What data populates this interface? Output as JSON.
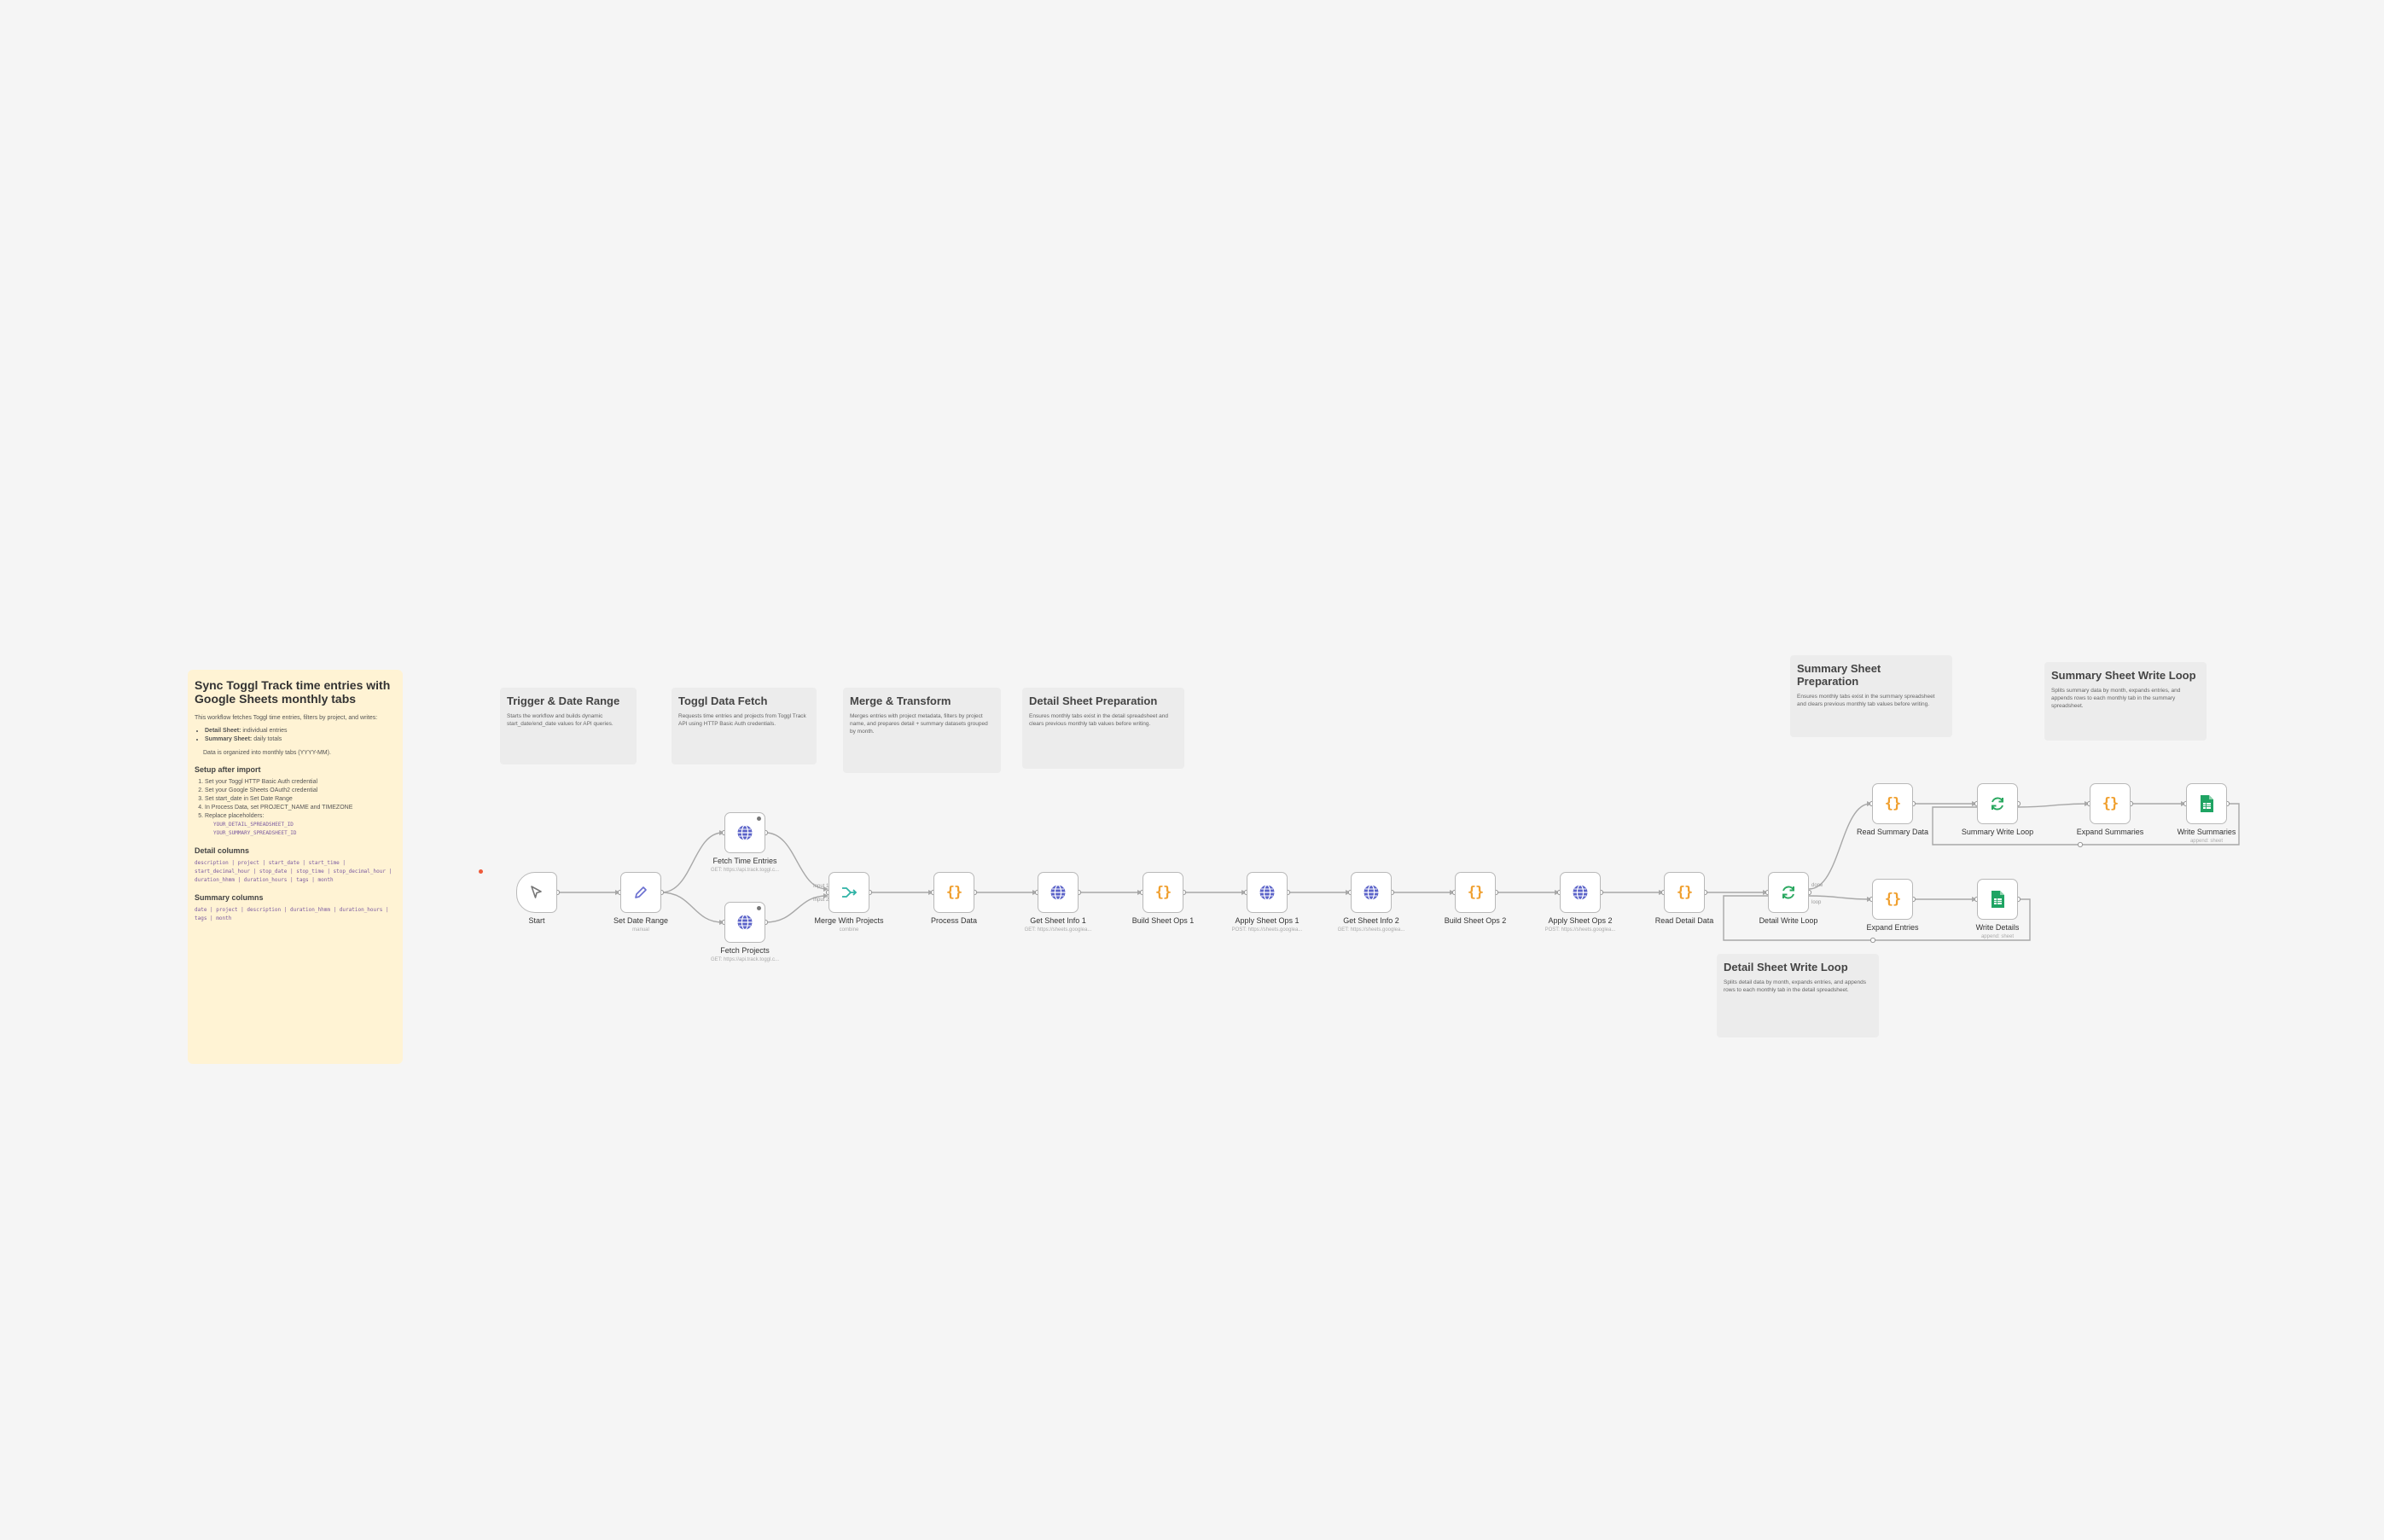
{
  "main_note": {
    "title": "Sync Toggl Track time entries with Google Sheets monthly tabs",
    "intro": "This workflow fetches Toggl time entries, filters by project, and writes:",
    "bullets": [
      {
        "bold": "Detail Sheet:",
        "text": " individual entries"
      },
      {
        "bold": "Summary Sheet:",
        "text": " daily totals"
      }
    ],
    "organized": "Data is organized into monthly tabs (YYYY-MM).",
    "setup_title": "Setup after import",
    "setup_steps": [
      "Set your Toggl HTTP Basic Auth credential",
      "Set your Google Sheets OAuth2 credential",
      "Set start_date in Set Date Range",
      "In Process Data, set PROJECT_NAME and TIMEZONE",
      "Replace placeholders:"
    ],
    "placeholders": [
      "YOUR_DETAIL_SPREADSHEET_ID",
      "YOUR_SUMMARY_SPREADSHEET_ID"
    ],
    "detail_cols_title": "Detail columns",
    "detail_cols": "description | project | start_date | start_time | start_decimal_hour | stop_date | stop_time | stop_decimal_hour | duration_hhmm | duration_hours | tags | month",
    "summary_cols_title": "Summary columns",
    "summary_cols": "date | project | description | duration_hhmm | duration_hours | tags | month"
  },
  "section_notes": [
    {
      "id": "trigger",
      "title": "Trigger & Date Range",
      "desc": "Starts the workflow and builds dynamic start_date/end_date values for API queries."
    },
    {
      "id": "fetch",
      "title": "Toggl Data Fetch",
      "desc": "Requests time entries and projects from Toggl Track API using HTTP Basic Auth credentials."
    },
    {
      "id": "merge",
      "title": "Merge & Transform",
      "desc": "Merges entries with project metadata, filters by project name, and prepares detail + summary datasets grouped by month."
    },
    {
      "id": "detailprep",
      "title": "Detail Sheet Preparation",
      "desc": "Ensures monthly tabs exist in the detail spreadsheet and clears previous monthly tab values before writing."
    },
    {
      "id": "summaryprep",
      "title": "Summary Sheet Preparation",
      "desc": "Ensures monthly tabs exist in the summary spreadsheet and clears previous monthly tab values before writing."
    },
    {
      "id": "summaryloop",
      "title": "Summary Sheet Write Loop",
      "desc": "Splits summary data by month, expands entries, and appends rows to each monthly tab in the summary spreadsheet."
    },
    {
      "id": "detailloop",
      "title": "Detail Sheet Write Loop",
      "desc": "Splits detail data by month, expands entries, and appends rows to each monthly tab in the detail spreadsheet."
    }
  ],
  "nodes": [
    {
      "id": "start",
      "label": "Start",
      "sub": "",
      "icon": "cursor-icon"
    },
    {
      "id": "setdate",
      "label": "Set Date Range",
      "sub": "manual",
      "icon": "pencil-icon"
    },
    {
      "id": "fetchtime",
      "label": "Fetch Time Entries",
      "sub": "GET: https://api.track.toggl.c...",
      "icon": "globe-icon"
    },
    {
      "id": "fetchproj",
      "label": "Fetch Projects",
      "sub": "GET: https://api.track.toggl.c...",
      "icon": "globe-icon"
    },
    {
      "id": "merge",
      "label": "Merge With Projects",
      "sub": "combine",
      "icon": "merge-icon"
    },
    {
      "id": "process",
      "label": "Process Data",
      "sub": "",
      "icon": "code-braces-icon"
    },
    {
      "id": "getinfo1",
      "label": "Get Sheet Info 1",
      "sub": "GET: https://sheets.googlea...",
      "icon": "globe-icon"
    },
    {
      "id": "buildops1",
      "label": "Build Sheet Ops 1",
      "sub": "",
      "icon": "code-braces-icon"
    },
    {
      "id": "applyops1",
      "label": "Apply Sheet Ops 1",
      "sub": "POST: https://sheets.googlea...",
      "icon": "globe-icon"
    },
    {
      "id": "getinfo2",
      "label": "Get Sheet Info 2",
      "sub": "GET: https://sheets.googlea...",
      "icon": "globe-icon"
    },
    {
      "id": "buildops2",
      "label": "Build Sheet Ops 2",
      "sub": "",
      "icon": "code-braces-icon"
    },
    {
      "id": "applyops2",
      "label": "Apply Sheet Ops 2",
      "sub": "POST: https://sheets.googlea...",
      "icon": "globe-icon"
    },
    {
      "id": "readdetail",
      "label": "Read Detail Data",
      "sub": "",
      "icon": "code-braces-icon"
    },
    {
      "id": "detailloop",
      "label": "Detail Write Loop",
      "sub": "",
      "icon": "loop-icon"
    },
    {
      "id": "readsummary",
      "label": "Read Summary Data",
      "sub": "",
      "icon": "code-braces-icon"
    },
    {
      "id": "summaryloop",
      "label": "Summary Write Loop",
      "sub": "",
      "icon": "loop-icon"
    },
    {
      "id": "expandsum",
      "label": "Expand Summaries",
      "sub": "",
      "icon": "code-braces-icon"
    },
    {
      "id": "writesum",
      "label": "Write Summaries",
      "sub": "append: sheet",
      "icon": "sheets-icon"
    },
    {
      "id": "expandent",
      "label": "Expand Entries",
      "sub": "",
      "icon": "code-braces-icon"
    },
    {
      "id": "writedet",
      "label": "Write Details",
      "sub": "append: sheet",
      "icon": "sheets-icon"
    }
  ],
  "edge_labels": {
    "merge_in1": "Input 1",
    "merge_in2": "Input 2",
    "loop_done": "done",
    "loop_loop": "loop"
  },
  "colors": {
    "brace": "#f0a030",
    "globe": "#5a62c8",
    "merge": "#2fb3a6",
    "loop": "#2aa860",
    "sheets": "#1fa463",
    "edge": "#a8a8a8"
  }
}
